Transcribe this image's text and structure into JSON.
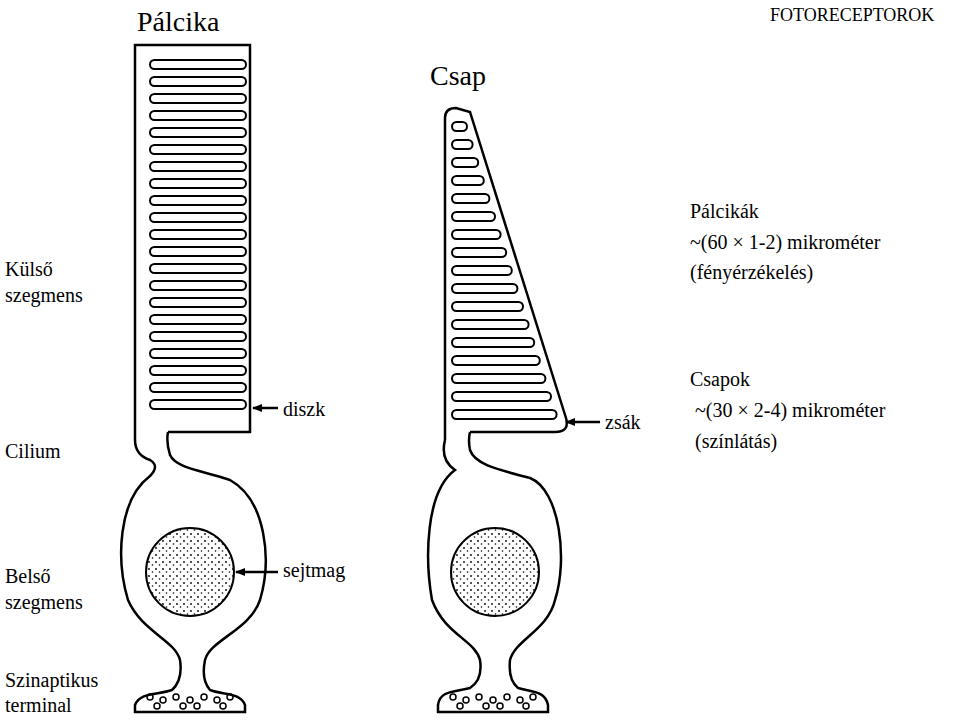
{
  "diagram": {
    "title": "FOTORECEPTOROK",
    "labels": [
      "Pálcika",
      "Csap",
      "Külső szegmens",
      "Cilium",
      "diszk",
      "zsák",
      "Pálcikák",
      "~(60 × 1-2) mikrométer",
      "(fényérzékelés)",
      "Csapok",
      "~(30 × 2-4) mikrométer",
      "(színlátás)",
      "sejtmag",
      "Belső szegmens",
      "Szinaptikus terminal"
    ]
  }
}
